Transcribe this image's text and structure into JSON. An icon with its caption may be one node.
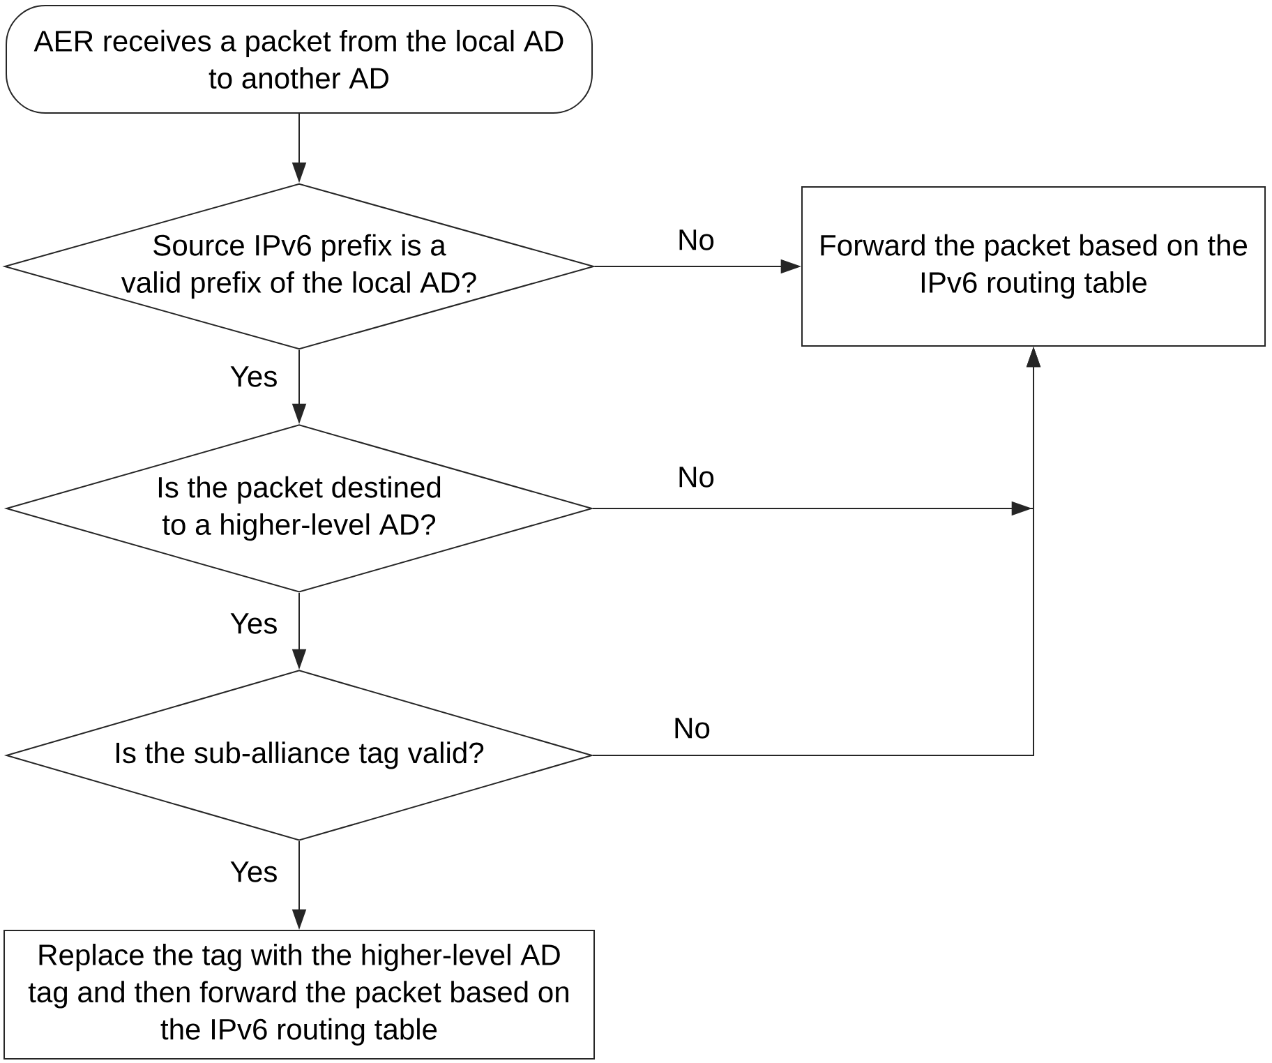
{
  "diagram": {
    "nodes": [
      {
        "text": [
          "AER receives a packet from the local AD to another AD"
        ]
      },
      {
        "text": [
          "Source IPv6 prefix is a valid prefix of the local AD?"
        ]
      },
      {
        "text": [
          "Forward the packet based on the IPv6 routing table"
        ]
      },
      {
        "text": [
          "Is the packet destined to a higher-level AD?"
        ]
      },
      {
        "text": [
          "Is the sub-alliance tag valid?"
        ]
      },
      {
        "text": [
          "Replace the tag with the higher-level AD tag and then forward the packet based on the IPv6 routing table"
        ]
      }
    ],
    "edges": [
      {
        "from": 0,
        "to": 1,
        "arrow": "to"
      },
      {
        "from": 1,
        "to": 2,
        "arrow": "to",
        "label": "No"
      },
      {
        "from": 1,
        "to": 3,
        "arrow": "to",
        "label": "Yes"
      },
      {
        "from": 3,
        "to": 2,
        "arrow": "to",
        "label": "No"
      },
      {
        "from": 3,
        "to": 4,
        "arrow": "to",
        "label": "Yes"
      },
      {
        "from": 4,
        "to": 2,
        "arrow": "to",
        "label": "No"
      },
      {
        "from": 4,
        "to": 5,
        "arrow": "to",
        "label": "Yes"
      }
    ]
  }
}
